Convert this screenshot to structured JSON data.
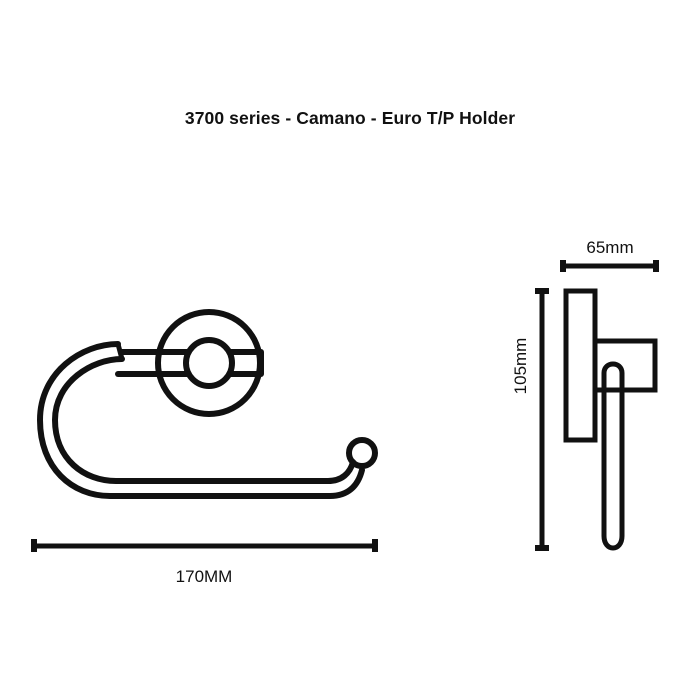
{
  "document": {
    "title": "3700 series - Camano - Euro T/P Holder",
    "background_color": "#ffffff",
    "line_color": "#111111"
  },
  "drawing": {
    "type": "technical-product-dimension-drawing",
    "product": "Euro T/P Holder",
    "series": "3700 series",
    "model": "Camano",
    "views": [
      {
        "name": "front-elevation",
        "description": "Circular wall rosette with C-shaped toilet paper hook arm and ball finial"
      },
      {
        "name": "side-elevation",
        "description": "Wall plate, projecting arm block and downward rod with rounded end"
      }
    ]
  },
  "dimensions": {
    "width": {
      "label": "170MM",
      "value": 170,
      "unit": "MM",
      "view": "front-elevation",
      "orientation": "horizontal"
    },
    "projection": {
      "label": "65mm",
      "value": 65,
      "unit": "mm",
      "view": "side-elevation",
      "orientation": "horizontal"
    },
    "height": {
      "label": "105mm",
      "value": 105,
      "unit": "mm",
      "view": "side-elevation",
      "orientation": "vertical"
    }
  }
}
